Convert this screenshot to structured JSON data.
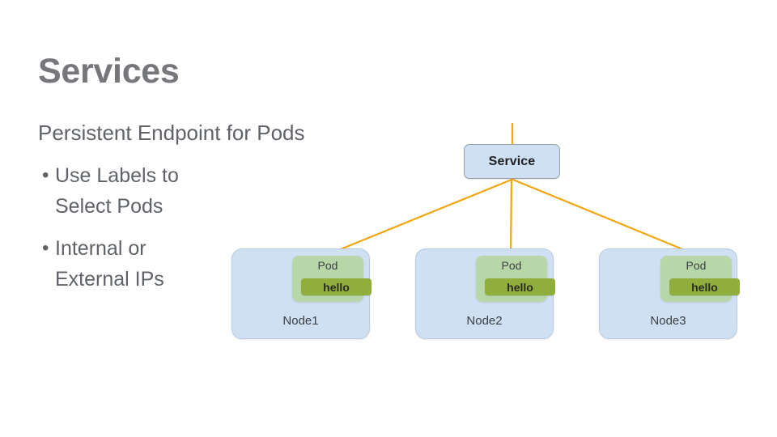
{
  "slide": {
    "title": "Services",
    "subtitle": "Persistent Endpoint for Pods",
    "bullets": [
      {
        "marker": "•",
        "text": "Use Labels to\nSelect Pods"
      },
      {
        "marker": "•",
        "text": "Internal or\nExternal IPs"
      }
    ]
  },
  "diagram": {
    "service": {
      "label": "Service"
    },
    "nodes": [
      {
        "label": "Node1",
        "pod": {
          "label": "Pod",
          "chip": "hello"
        }
      },
      {
        "label": "Node2",
        "pod": {
          "label": "Pod",
          "chip": "hello"
        }
      },
      {
        "label": "Node3",
        "pod": {
          "label": "Pod",
          "chip": "hello"
        }
      }
    ]
  },
  "colors": {
    "title_gray": "#76777a",
    "body_gray": "#5f6368",
    "node_fill": "#cfe0f2",
    "node_border": "#b9cde0",
    "service_fill": "#cfe0f3",
    "service_border": "#9aa0a6",
    "pod_fill": "#b7d7a8",
    "chip_fill": "#8fae3c",
    "connector": "#f1a60e"
  }
}
